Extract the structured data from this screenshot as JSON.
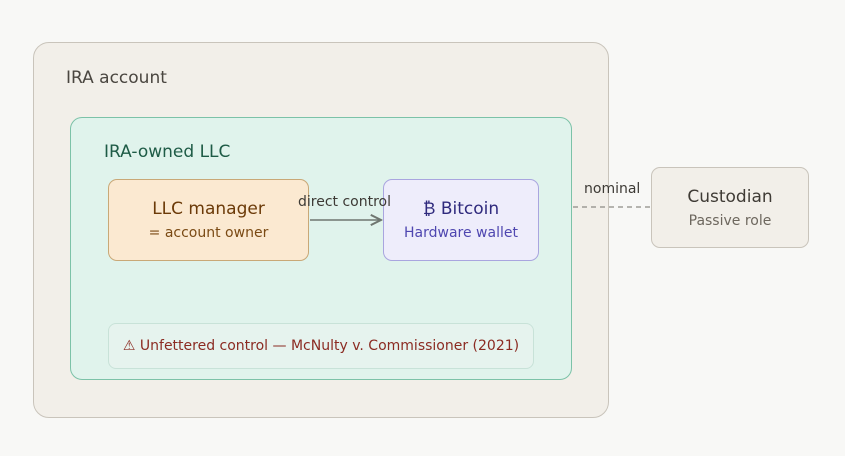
{
  "ira_account": {
    "title": "IRA account"
  },
  "llc": {
    "title": "IRA-owned LLC"
  },
  "nodes": {
    "llc_manager": {
      "label": "LLC manager",
      "sublabel": "= account owner"
    },
    "bitcoin": {
      "label": "₿ Bitcoin",
      "sublabel": "Hardware wallet"
    },
    "custodian": {
      "label": "Custodian",
      "sublabel": "Passive role"
    }
  },
  "edges": {
    "manager_to_bitcoin": {
      "label": "direct control",
      "style": "solid-arrow"
    },
    "bitcoin_to_custodian": {
      "label": "nominal",
      "style": "dashed"
    }
  },
  "warning": {
    "text": "⚠ Unfettered control — McNulty v. Commissioner (2021)"
  },
  "colors": {
    "ira_fill": "#f2efe9",
    "llc_fill": "#e0f3ec",
    "manager_fill": "#fbe9d1",
    "bitcoin_fill": "#eeedfb",
    "warning_text": "#8b2b22"
  }
}
